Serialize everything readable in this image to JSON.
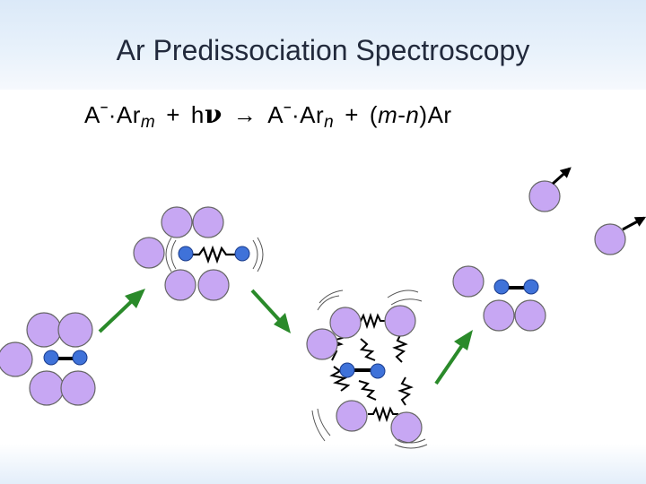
{
  "title": "Ar Predissociation Spectroscopy",
  "equation": {
    "anion": "A",
    "charge": "–",
    "dot_argon": "·Ar",
    "sub_m": "m",
    "plus": "+",
    "photon_h": "h",
    "photon_nu": "ν",
    "arrow": "→",
    "sub_n": "n",
    "paren_open": "(",
    "m": "m",
    "dash": "-",
    "n": "n",
    "paren_close": ")",
    "argon": "Ar"
  },
  "colors": {
    "argon_atom": "#c7a7f3",
    "anion_atom": "#3f72d9",
    "arrow_green": "#2a8a2a",
    "bond": "#000000",
    "header": "#dbe9f8"
  }
}
